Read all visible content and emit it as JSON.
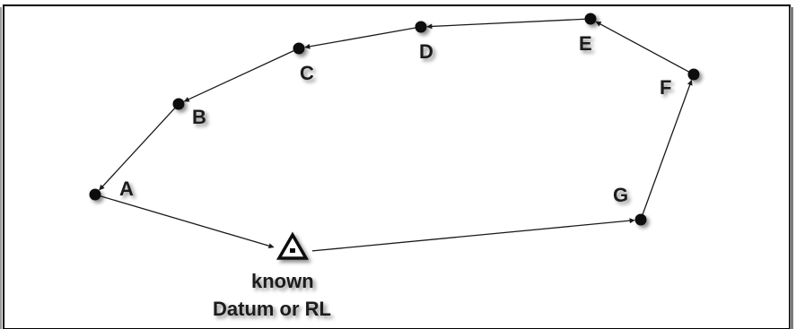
{
  "diagram": {
    "stations": [
      {
        "id": "A",
        "label": "A"
      },
      {
        "id": "B",
        "label": "B"
      },
      {
        "id": "C",
        "label": "C"
      },
      {
        "id": "D",
        "label": "D"
      },
      {
        "id": "E",
        "label": "E"
      },
      {
        "id": "F",
        "label": "F"
      },
      {
        "id": "G",
        "label": "G"
      }
    ],
    "datum": {
      "line1": "known",
      "line2": "Datum or RL",
      "icon": "triangle-benchmark-icon"
    },
    "traverse_order": [
      "datum",
      "G",
      "F",
      "E",
      "D",
      "C",
      "B",
      "A",
      "datum"
    ],
    "colors": {
      "line": "#1a1a1a",
      "point": "#0d0d0d",
      "border": "#000000",
      "background": "#ffffff"
    }
  }
}
